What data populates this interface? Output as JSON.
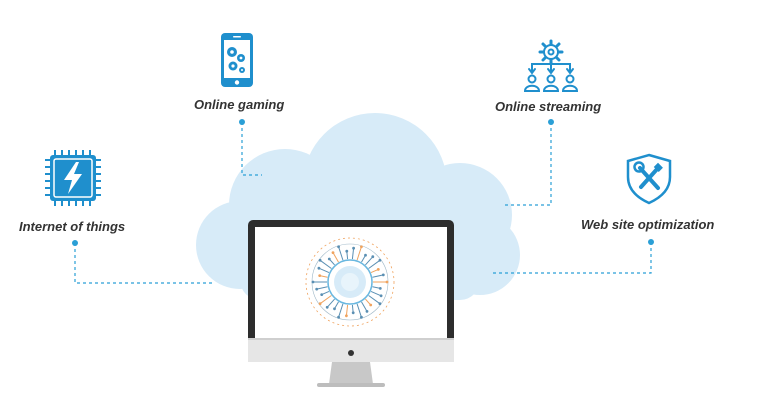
{
  "labels": {
    "online_gaming": "Online gaming",
    "online_streaming": "Online streaming",
    "internet_of_things": "Internet of things",
    "web_site_optimization": "Web site optimization"
  },
  "icons": {
    "online_gaming": "phone-gears-icon",
    "online_streaming": "gear-users-network-icon",
    "internet_of_things": "lightning-chip-icon",
    "web_site_optimization": "shield-tools-icon",
    "center": "circuit-brain-icon"
  },
  "colors": {
    "accent": "#1f8fcd",
    "cloud": "#d7ebf8",
    "connector": "#2a9fd6",
    "monitor_frame": "#2d2d2d",
    "monitor_chin": "#e6e6e6",
    "stand": "#c8c8c8",
    "circuit_orange": "#f0a35e"
  }
}
